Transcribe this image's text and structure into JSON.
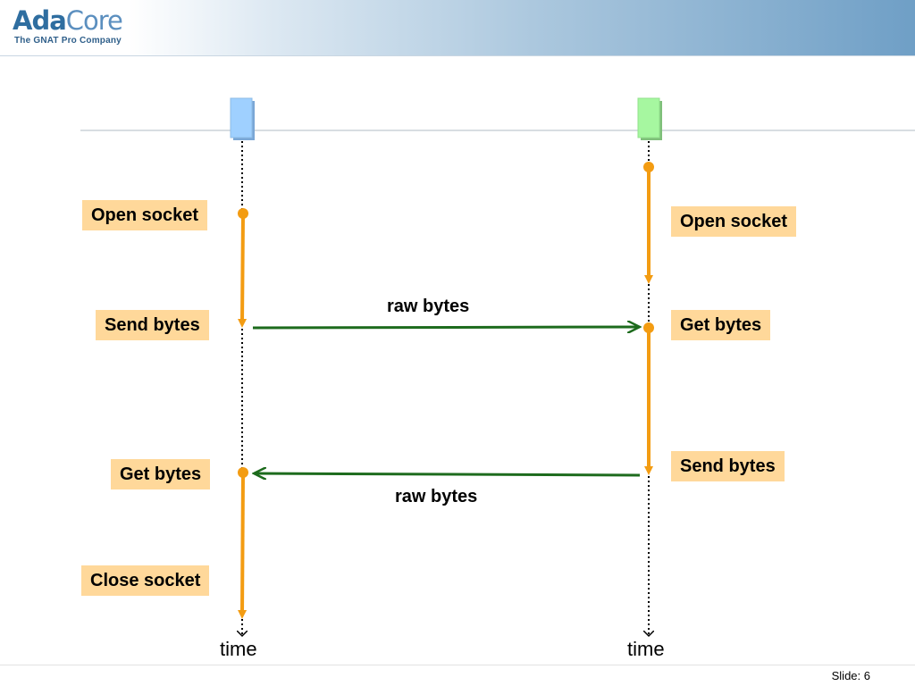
{
  "header": {
    "logo_ada": "Ada",
    "logo_core": "Core",
    "tagline": "The GNAT Pro Company"
  },
  "colors": {
    "client_box": "#9fd0ff",
    "server_box": "#a6f7a0",
    "activity": "#f39c12",
    "message": "#1d6b1d",
    "label_bg": "#ffd89a"
  },
  "left": {
    "open": "Open socket",
    "send": "Send bytes",
    "get": "Get bytes",
    "close": "Close socket",
    "axis": "time"
  },
  "right": {
    "open": "Open socket",
    "get": "Get bytes",
    "send": "Send bytes",
    "axis": "time"
  },
  "messages": {
    "to_server": "raw bytes",
    "to_client": "raw bytes"
  },
  "footer": {
    "slide": "Slide: 6"
  }
}
